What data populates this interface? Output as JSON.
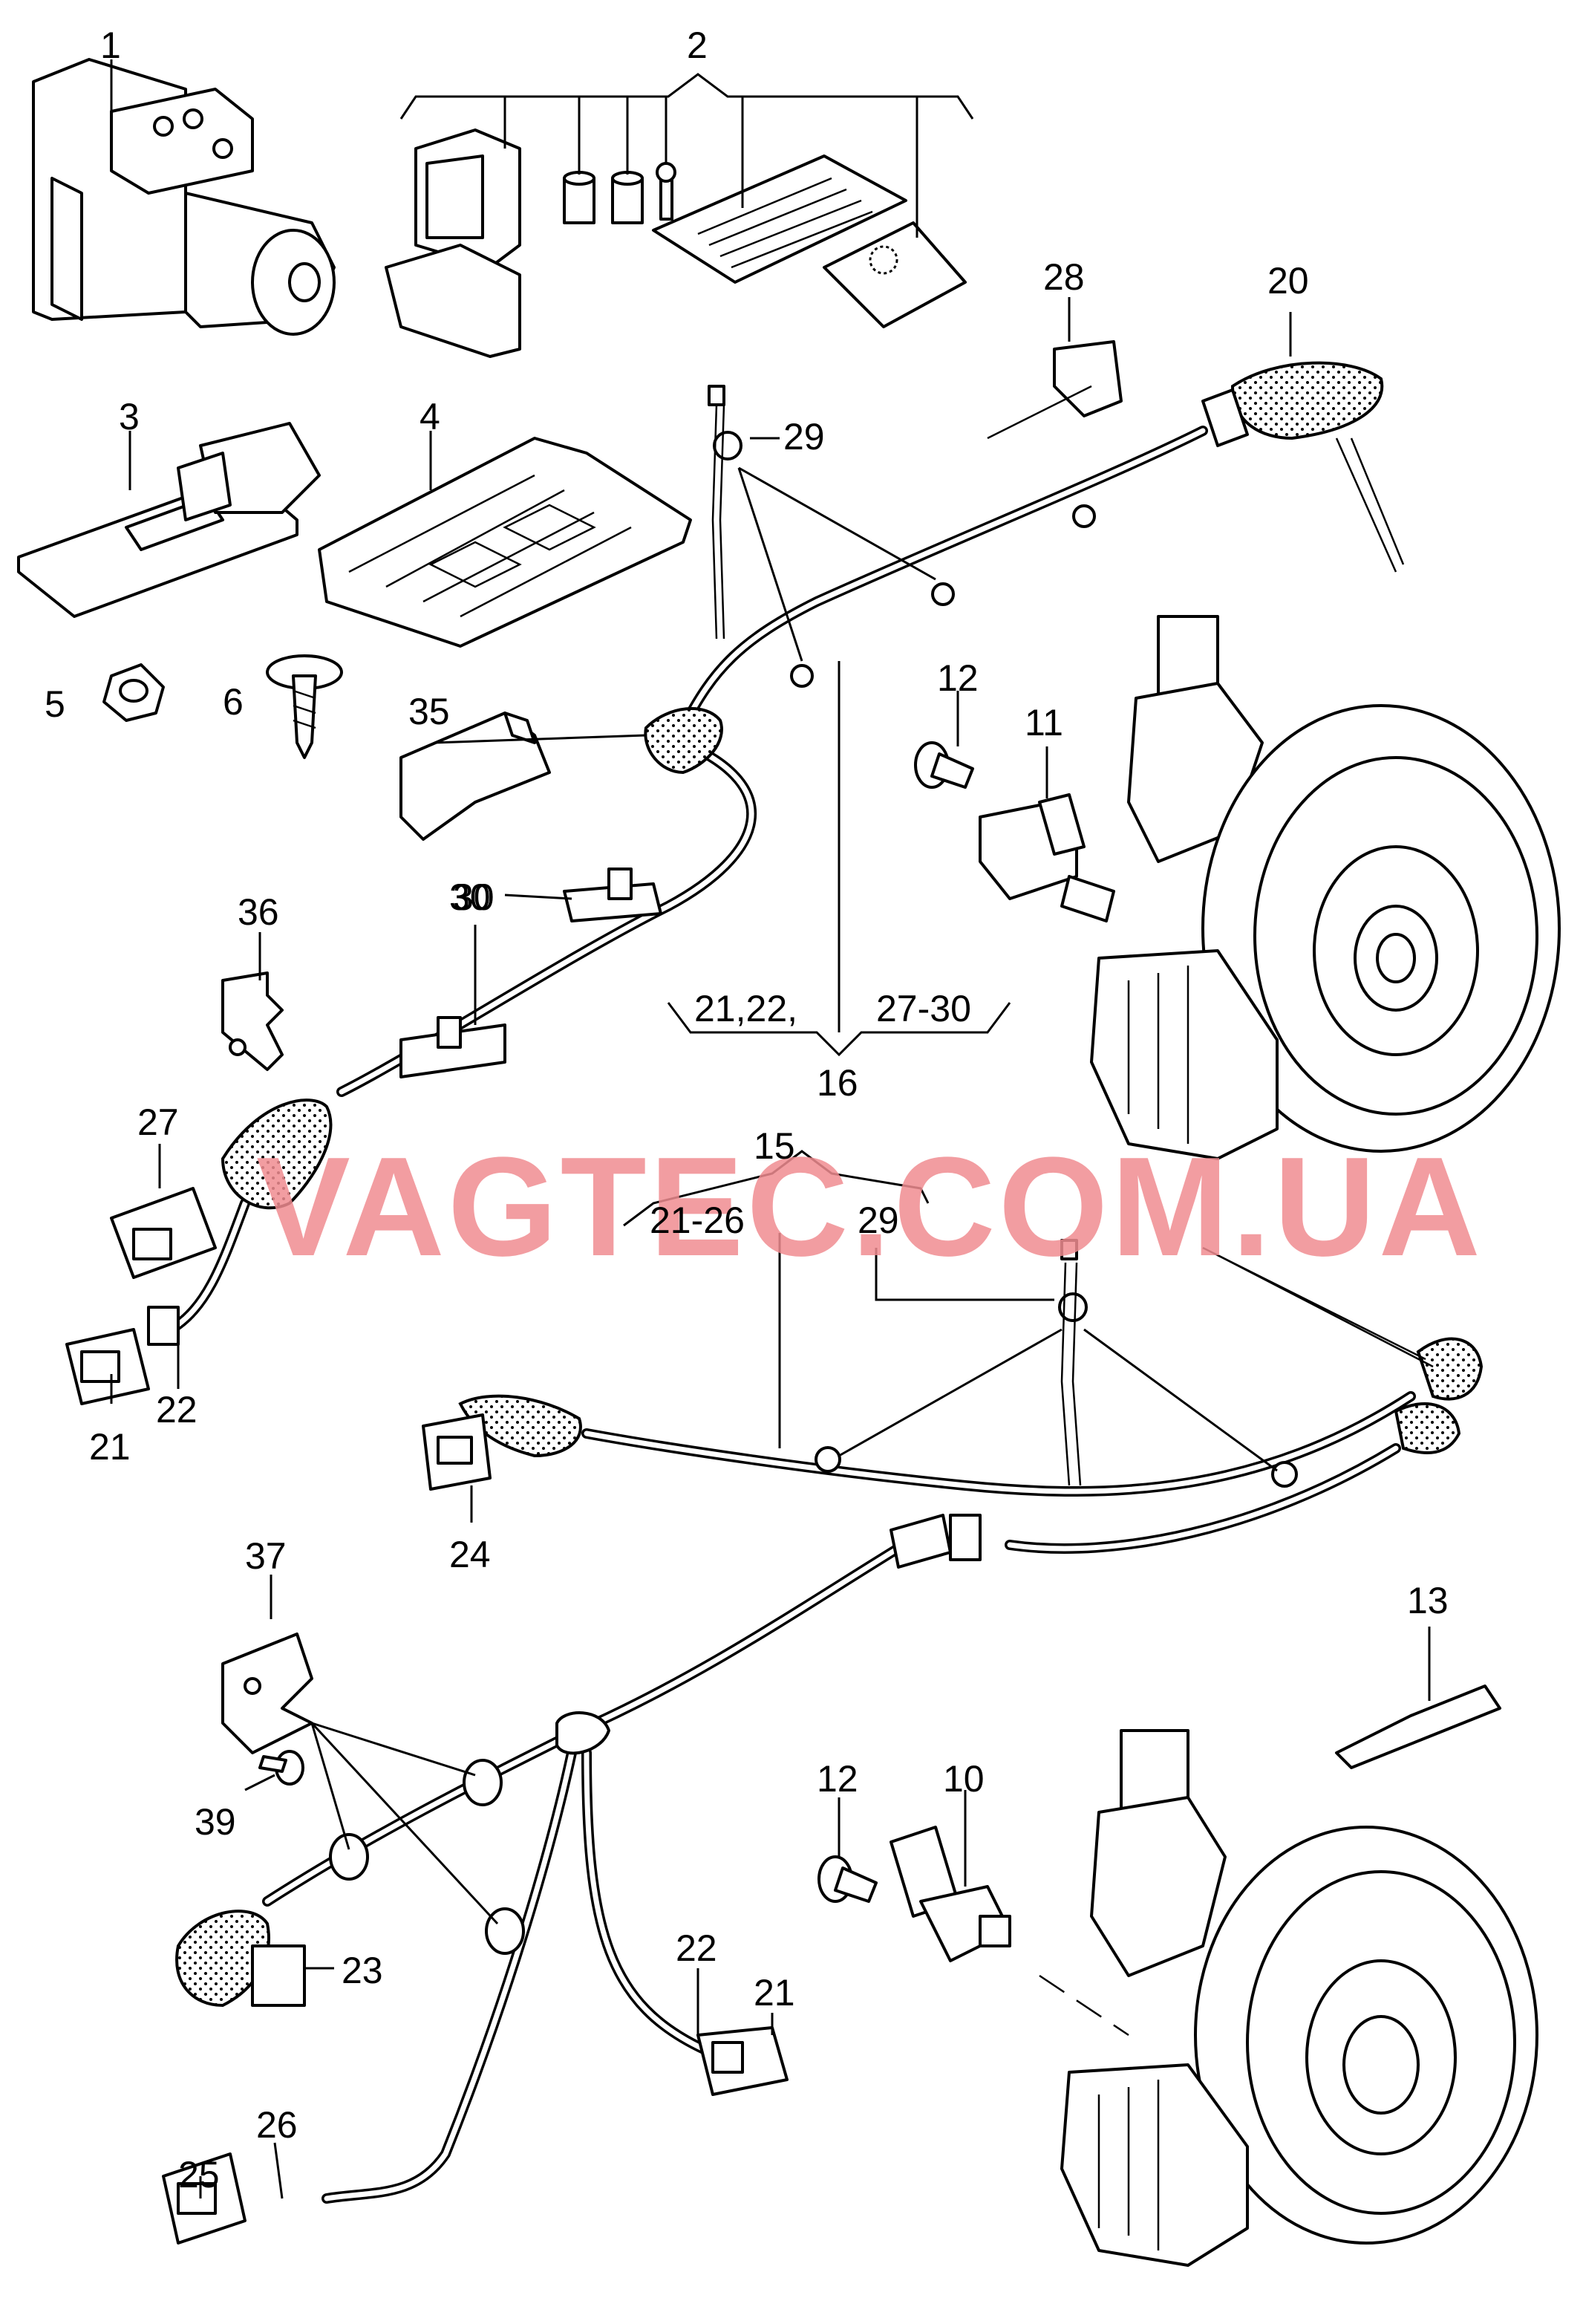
{
  "watermark": "VAGTEC.COM.UA",
  "callouts": {
    "c1": "1",
    "c2": "2",
    "c3": "3",
    "c4": "4",
    "c5": "5",
    "c6": "6",
    "c10": "10",
    "c11": "11",
    "c12a": "12",
    "c12b": "12",
    "c13": "13",
    "c15": "15",
    "c15_left": "21-26",
    "c15_right": "29",
    "c16": "16",
    "c16_left": "21,22,",
    "c16_right": "27-30",
    "c20": "20",
    "c21a": "21",
    "c21b": "21",
    "c22a": "22",
    "c22b": "22",
    "c23": "23",
    "c24": "24",
    "c25": "25",
    "c26": "26",
    "c27": "27",
    "c28": "28",
    "c29": "29",
    "c30a": "30",
    "c30b": "30",
    "c35": "35",
    "c36": "36",
    "c37": "37",
    "c39": "39"
  }
}
